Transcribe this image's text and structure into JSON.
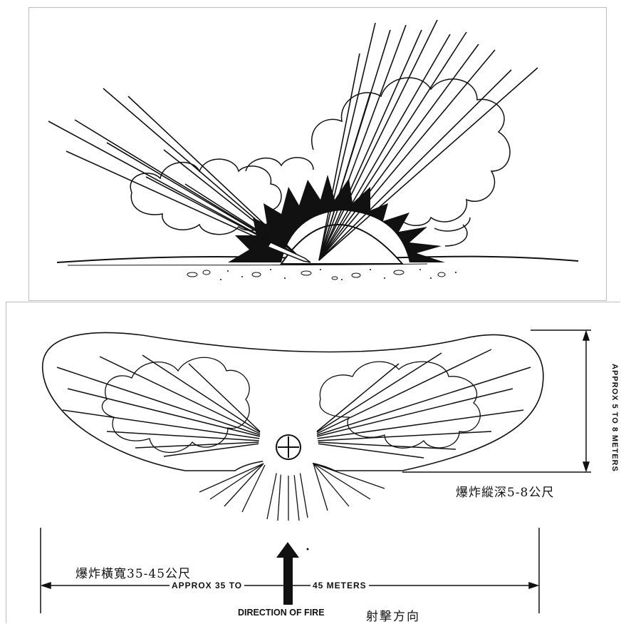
{
  "top_illustration": {
    "name": "ground-burst-side-view"
  },
  "bottom_illustration": {
    "name": "burst-pattern-top-view",
    "depth_label_en": "APPROX 5 TO 8 METERS",
    "depth_label_cn": "爆炸縱深5-8公尺",
    "width_label_cn": "爆炸橫寬35-45公尺",
    "width_label_en_left": "APPROX 35 TO",
    "width_label_en_right": "45 METERS",
    "direction_label_en": "DIRECTION OF FIRE",
    "direction_label_cn": "射擊方向",
    "center_symbol": "crosshair-icon"
  },
  "colors": {
    "ink": "#111111",
    "panel_border": "#bdbdbd",
    "background": "#ffffff"
  }
}
